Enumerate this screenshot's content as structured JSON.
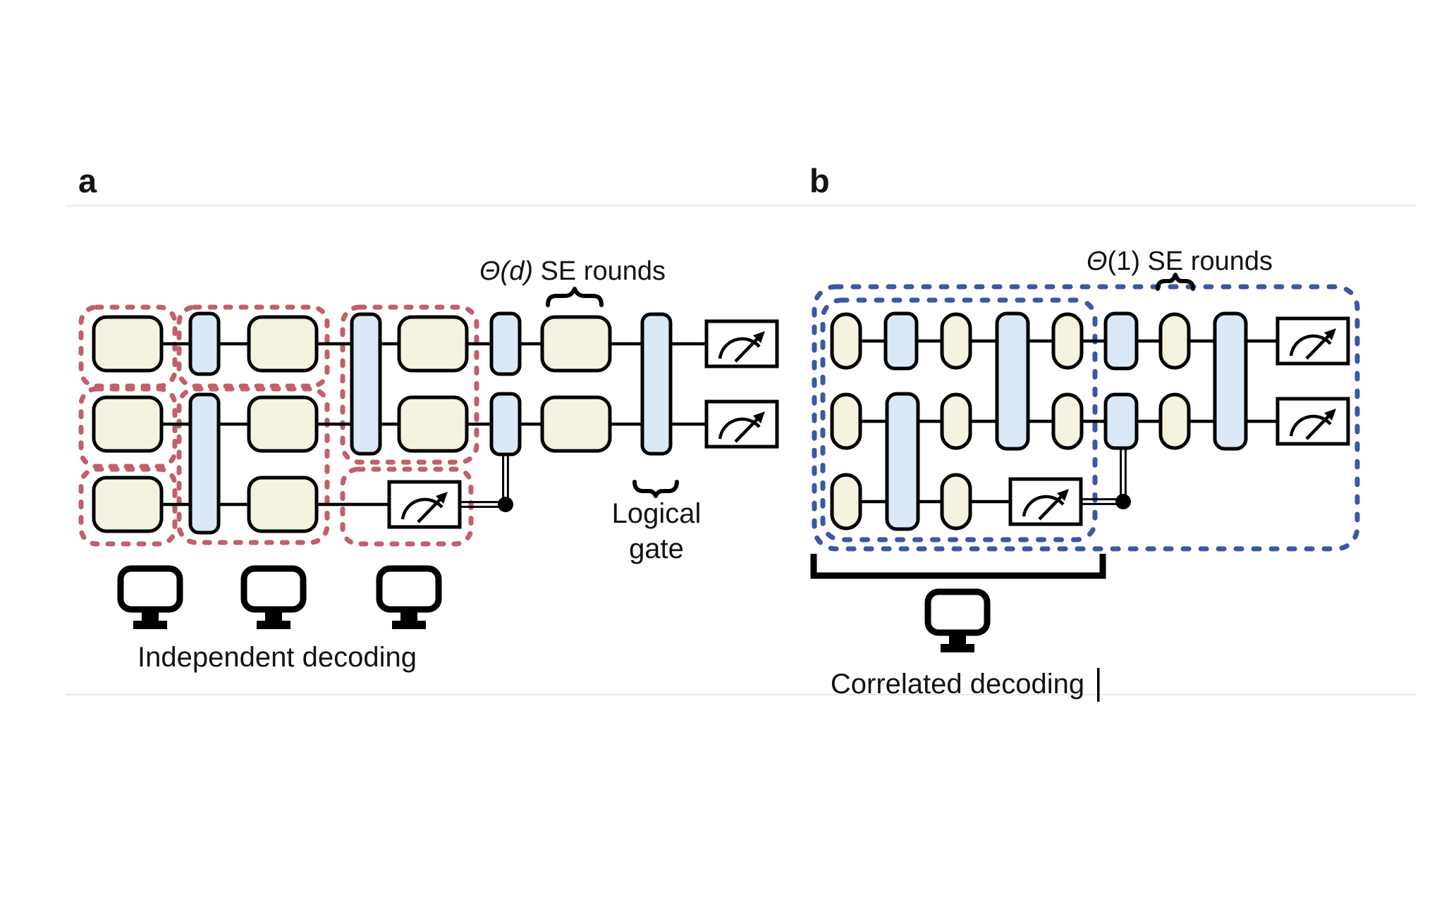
{
  "figure": {
    "colors": {
      "background": "#ffffff",
      "block_cream": "#f6f2e0",
      "gate_blue": "#dbe8f6",
      "dashed_red": "#c25f6b",
      "dashed_blue": "#3e56a6",
      "ink": "#000000",
      "text": "#131313",
      "rule_gray": "#e9e9e9"
    },
    "icons": {
      "measurement": "meter-gauge-icon",
      "decoder": "computer-monitor-icon",
      "classical_control": "filled-dot-with-double-wire"
    },
    "panel_a": {
      "label": "a",
      "se_label": {
        "theta": "Θ(",
        "arg": "d",
        "close": ")",
        "rest": " SE rounds"
      },
      "logical_label": {
        "line1": "Logical",
        "line2": "gate"
      },
      "caption": "Independent decoding"
    },
    "panel_b": {
      "label": "b",
      "se_label": {
        "theta": "Θ",
        "arg": "(1)",
        "close": "",
        "rest": " SE rounds"
      },
      "caption": "Correlated decoding"
    }
  }
}
